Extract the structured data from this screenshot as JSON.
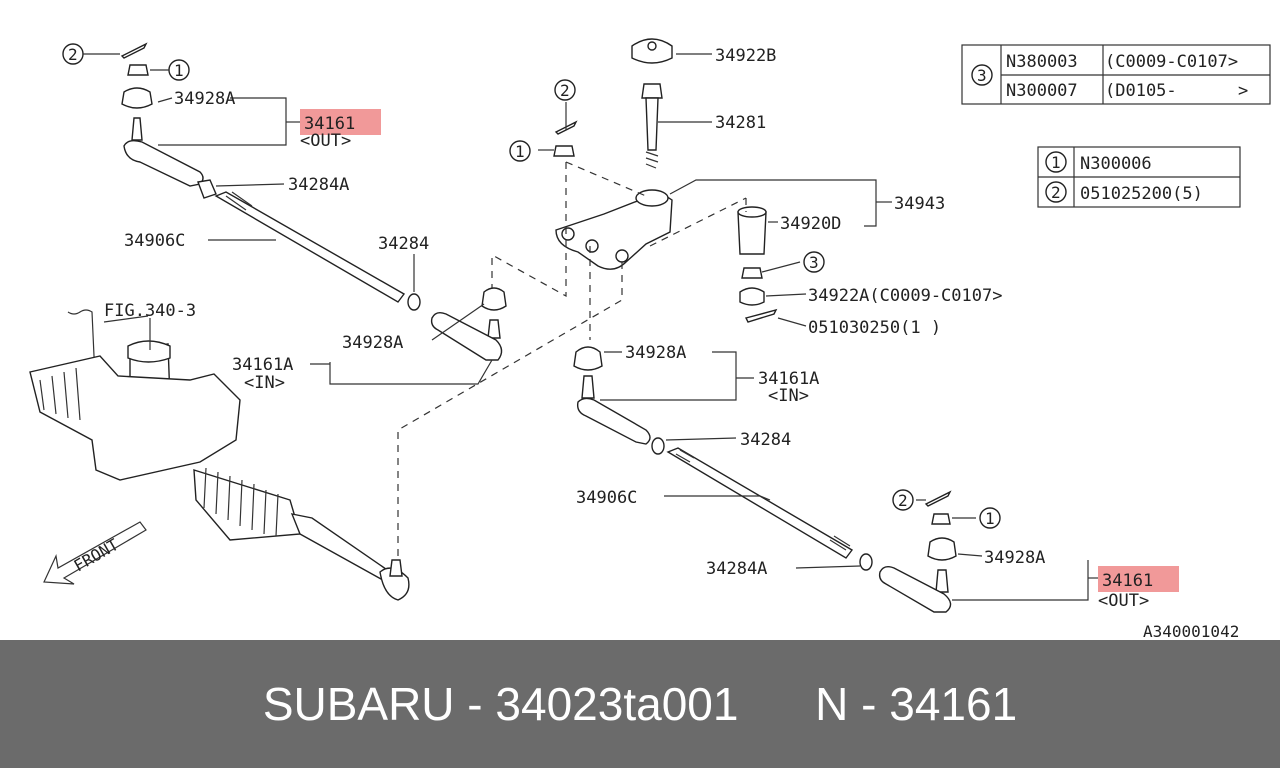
{
  "diagram": {
    "labels": {
      "l34922B": "34922B",
      "l34281": "34281",
      "l34943": "34943",
      "l34920D": "34920D",
      "l34922A": "34922A(C0009-C0107>",
      "l0510": "051030250(1 )",
      "top_34928A": "34928A",
      "top_34161": "34161",
      "top_out": "<OUT>",
      "top_34284A": "34284A",
      "top_34906C": "34906C",
      "top_34284": "34284",
      "fig": "FIG.340-3",
      "mid_34928A": "34928A",
      "mid_34161A": "34161A",
      "mid_in": "<IN>",
      "r_34928A": "34928A",
      "r_34161A": "34161A",
      "r_in": "<IN>",
      "r_34284": "34284",
      "r_34906C": "34906C",
      "r_34284A": "34284A",
      "r2_34928A": "34928A",
      "r2_34161": "34161",
      "r2_out": "<OUT>",
      "front": "FRONT",
      "code": "A340001042"
    },
    "callouts": {
      "c1": "1",
      "c2": "2",
      "c3": "3"
    },
    "table_a": {
      "ref": "3",
      "rows": [
        {
          "part": "N380003",
          "range": "(C0009-C0107>"
        },
        {
          "part": "N300007",
          "range": "(D0105-      >"
        }
      ]
    },
    "table_b": {
      "rows": [
        {
          "ref": "1",
          "part": "N300006"
        },
        {
          "ref": "2",
          "part": "051025200(5)"
        }
      ]
    }
  },
  "footer": {
    "brand": "SUBARU",
    "sep1": " - ",
    "part_number": "34023ta001",
    "gap": "      ",
    "n_label": "N",
    "sep2": " - ",
    "n_value": "34161"
  }
}
